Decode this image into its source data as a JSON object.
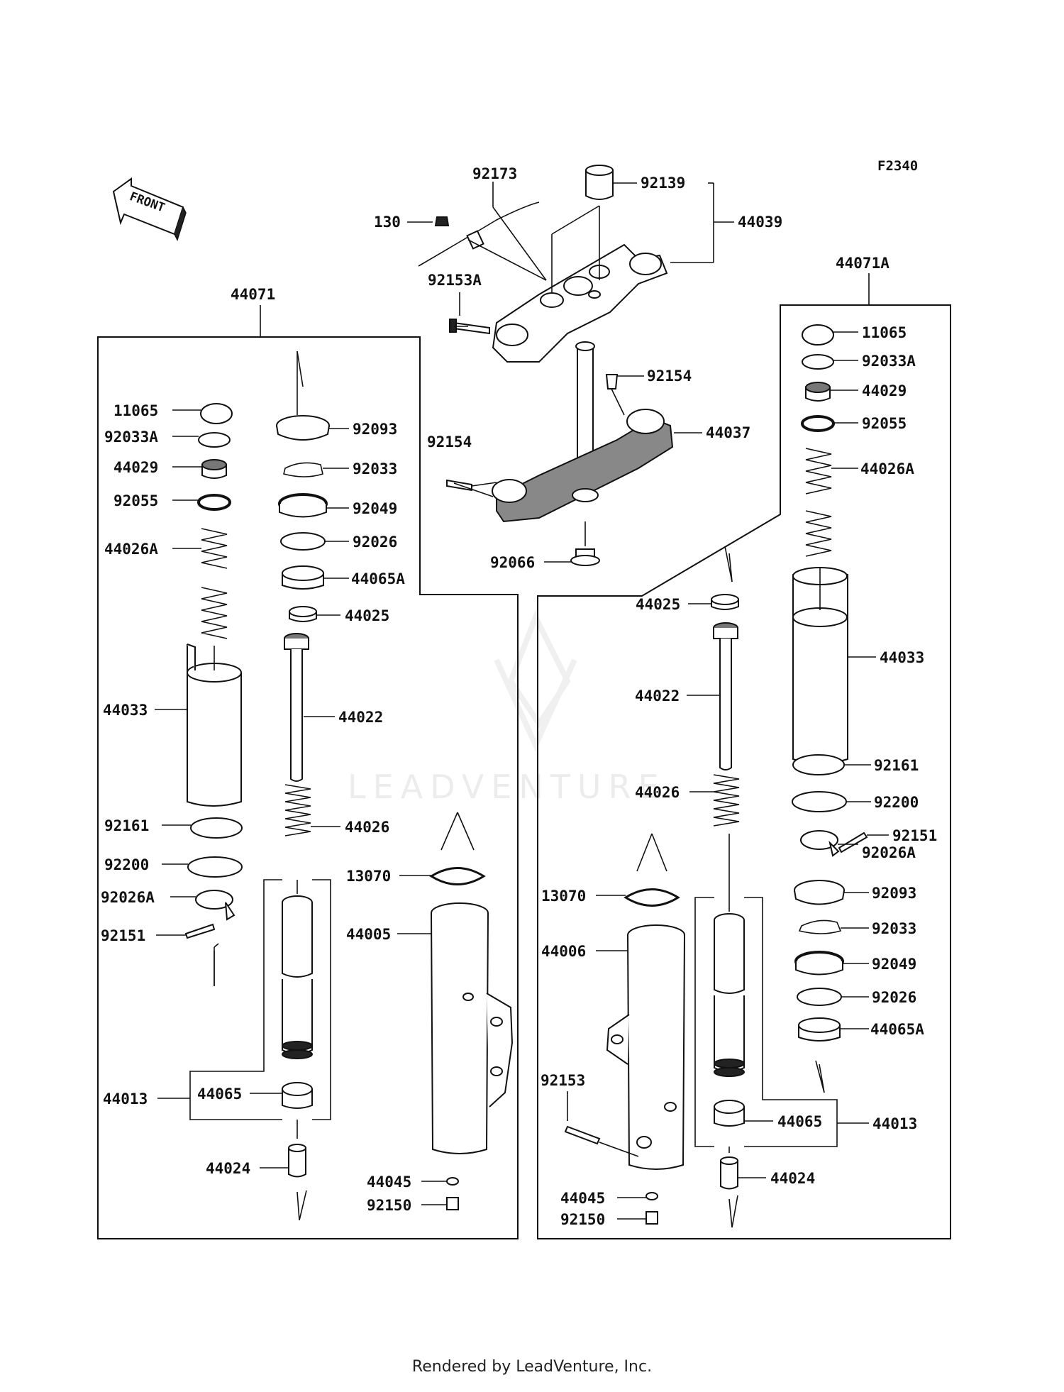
{
  "figure_code": "F2340",
  "front_label": "FRONT",
  "watermark": "LEADVENTURE",
  "footer": "Rendered by LeadVenture, Inc.",
  "assemblies": {
    "left": "44071",
    "right": "44071A"
  },
  "labels": {
    "top_92173": "92173",
    "top_92139": "92139",
    "top_44039": "44039",
    "top_130": "130",
    "top_92153A": "92153A",
    "top_92154a": "92154",
    "top_44037": "44037",
    "top_92154b": "92154",
    "top_92066": "92066",
    "l_11065": "11065",
    "l_92033A": "92033A",
    "l_44029": "44029",
    "l_92055": "92055",
    "l_44026A": "44026A",
    "l_44033": "44033",
    "l_92161": "92161",
    "l_92200": "92200",
    "l_92026A": "92026A",
    "l_92151": "92151",
    "l_92093": "92093",
    "l_92033": "92033",
    "l_92049": "92049",
    "l_92026": "92026",
    "l_44065A": "44065A",
    "l_44025": "44025",
    "l_44022": "44022",
    "l_44026": "44026",
    "l_13070": "13070",
    "l_44005": "44005",
    "l_44013": "44013",
    "l_44065": "44065",
    "l_44024": "44024",
    "l_44045": "44045",
    "l_92150": "92150",
    "r_11065": "11065",
    "r_92033A": "92033A",
    "r_44029": "44029",
    "r_92055": "92055",
    "r_44026A": "44026A",
    "r_44033": "44033",
    "r_92161": "92161",
    "r_92200": "92200",
    "r_92151": "92151",
    "r_92026A": "92026A",
    "r_92093": "92093",
    "r_92033": "92033",
    "r_92049": "92049",
    "r_92026": "92026",
    "r_44065A": "44065A",
    "r_44025": "44025",
    "r_44022": "44022",
    "r_44026": "44026",
    "r_13070": "13070",
    "r_44006": "44006",
    "r_92153": "92153",
    "r_44065": "44065",
    "r_44013": "44013",
    "r_44024": "44024",
    "r_44045": "44045",
    "r_92150": "92150"
  }
}
